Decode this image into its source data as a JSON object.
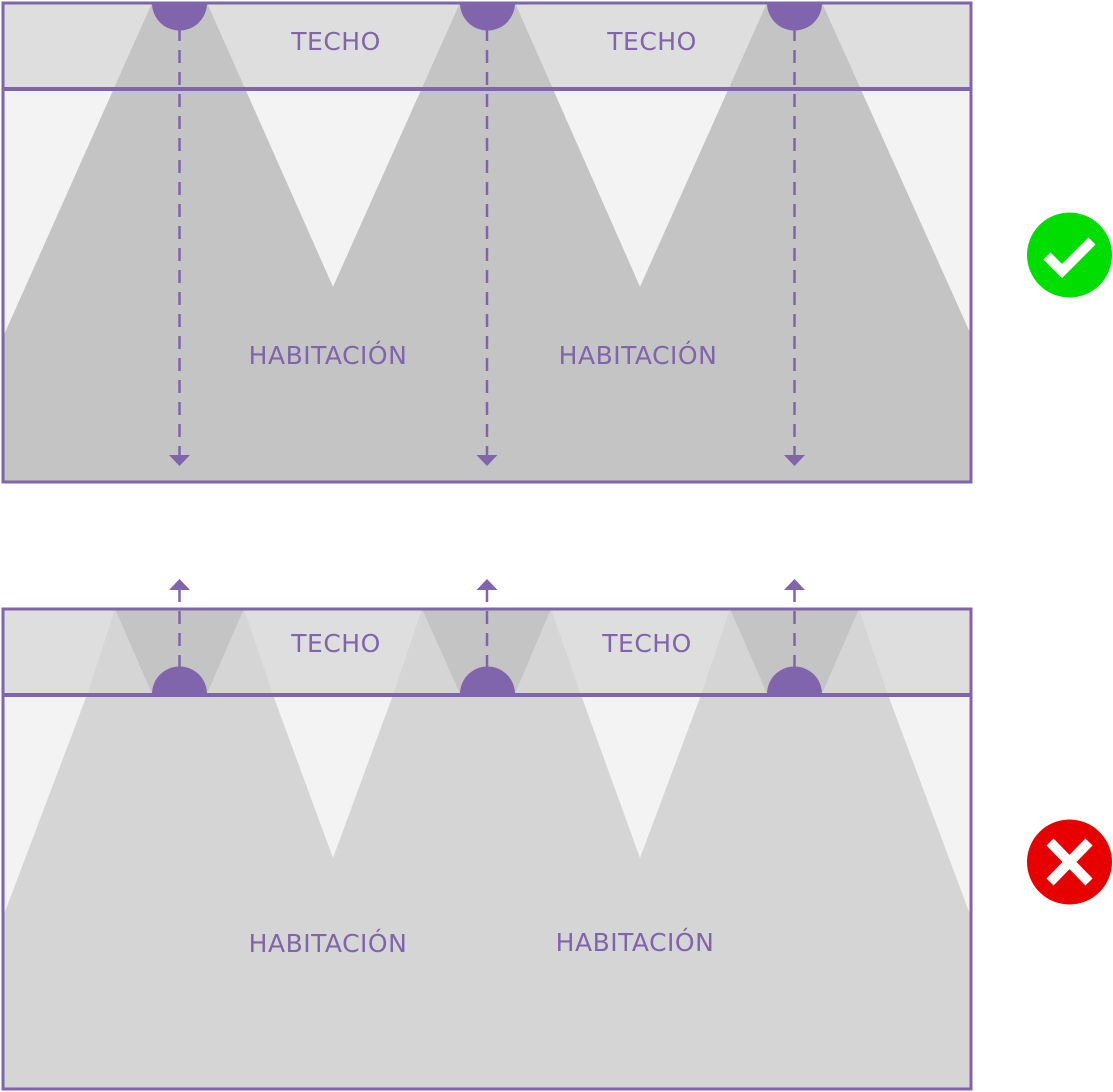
{
  "labels": {
    "ceiling": "TECHO",
    "room": "HABITACIÓN"
  },
  "colors": {
    "accent": "#8064ac",
    "ceiling_bg": "#dedede",
    "room_bg": "#f3f3f3",
    "beam_dark": "#c4c4c4",
    "beam_light": "#d5d5d5",
    "correct": "#00dd00",
    "wrong": "#e60000"
  },
  "panels": [
    {
      "name": "correct",
      "lights_aimed": "down",
      "status_icon": "check-circle-icon"
    },
    {
      "name": "incorrect",
      "lights_aimed": "up",
      "status_icon": "x-circle-icon"
    }
  ]
}
